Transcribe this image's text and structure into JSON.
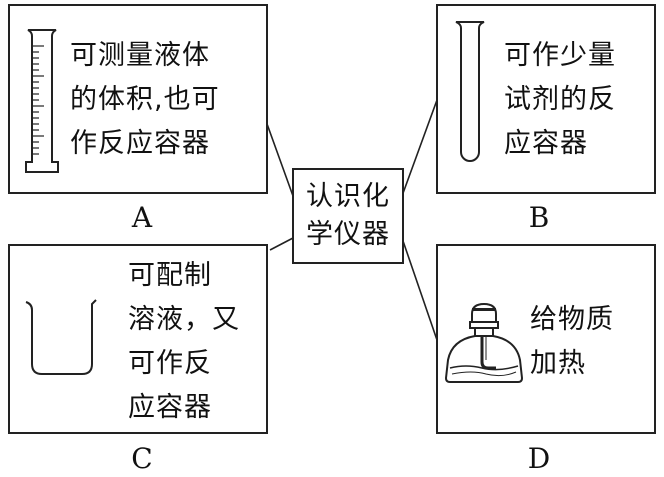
{
  "center": {
    "lines": [
      "认识化",
      "学仪器"
    ]
  },
  "boxes": {
    "a": {
      "letter": "A",
      "lines": [
        "可测量液体",
        "的体积,也可",
        "作反应容器"
      ],
      "icon": "graduated-cylinder-icon"
    },
    "b": {
      "letter": "B",
      "lines": [
        "可作少量",
        "试剂的反",
        "应容器"
      ],
      "icon": "test-tube-icon"
    },
    "c": {
      "letter": "C",
      "lines": [
        "可配制",
        "溶液，又",
        "可作反",
        "应容器"
      ],
      "icon": "beaker-icon"
    },
    "d": {
      "letter": "D",
      "lines": [
        "给物质",
        "加热"
      ],
      "icon": "alcohol-lamp-icon"
    }
  }
}
